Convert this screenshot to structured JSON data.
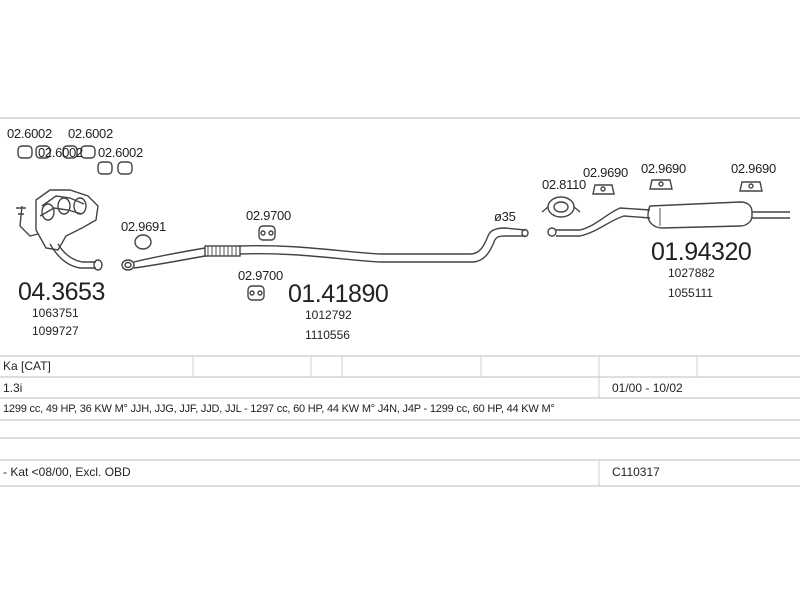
{
  "diagram": {
    "part_labels": [
      {
        "id": "g1",
        "text": "02.6002"
      },
      {
        "id": "g2",
        "text": "02.6002"
      },
      {
        "id": "g3",
        "text": "02.6002"
      },
      {
        "id": "g4",
        "text": "02.6002"
      },
      {
        "id": "g5",
        "text": "02.9691"
      },
      {
        "id": "g6",
        "text": "02.9700"
      },
      {
        "id": "g7",
        "text": "02.9700"
      },
      {
        "id": "g8",
        "text": "02.8110"
      },
      {
        "id": "g9",
        "text": "02.9690"
      },
      {
        "id": "g10",
        "text": "02.9690"
      },
      {
        "id": "g11",
        "text": "02.9690"
      }
    ],
    "diameter": "ø35",
    "front": {
      "number": "04.3653",
      "ref1": "1063751",
      "ref2": "1099727"
    },
    "middle": {
      "number": "01.41890",
      "ref1": "1012792",
      "ref2": "1110556"
    },
    "rear": {
      "number": "01.94320",
      "ref1": "1027882",
      "ref2": "1055111"
    }
  },
  "table": {
    "model": "Ka  [CAT]",
    "engine": "1.3i",
    "dates": "01/00 - 10/02",
    "specs": "1299 cc, 49 HP, 36 KW M° JJH, JJG, JJF, JJD, JJL - 1297 cc, 60 HP, 44 KW M° J4N, J4P - 1299 cc, 60 HP, 44 KW M°",
    "notes": "- Kat <08/00, Excl. OBD",
    "code": "C110317"
  }
}
